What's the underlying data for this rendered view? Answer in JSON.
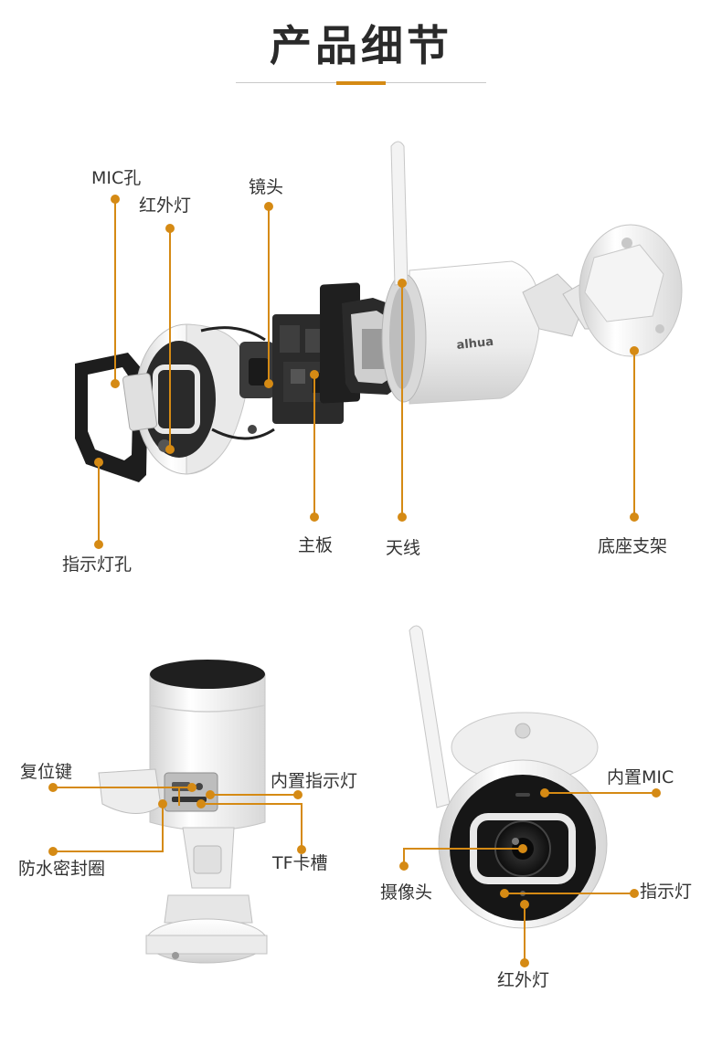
{
  "title": "产品细节",
  "colors": {
    "accent": "#d58a14",
    "text": "#333333",
    "camera_body": "#eeeeee"
  },
  "exploded_view": {
    "labels": {
      "mic_hole": "MIC孔",
      "ir_light": "红外灯",
      "lens": "镜头",
      "indicator_hole": "指示灯孔",
      "mainboard": "主板",
      "antenna": "天线",
      "base_bracket": "底座支架"
    },
    "brand": "alhua"
  },
  "rear_view": {
    "labels": {
      "reset_button": "复位键",
      "builtin_indicator": "内置指示灯",
      "waterproof_ring": "防水密封圈",
      "tf_slot": "TF卡槽"
    }
  },
  "front_view": {
    "labels": {
      "builtin_mic": "内置MIC",
      "camera": "摄像头",
      "indicator": "指示灯",
      "ir_light": "红外灯"
    }
  }
}
